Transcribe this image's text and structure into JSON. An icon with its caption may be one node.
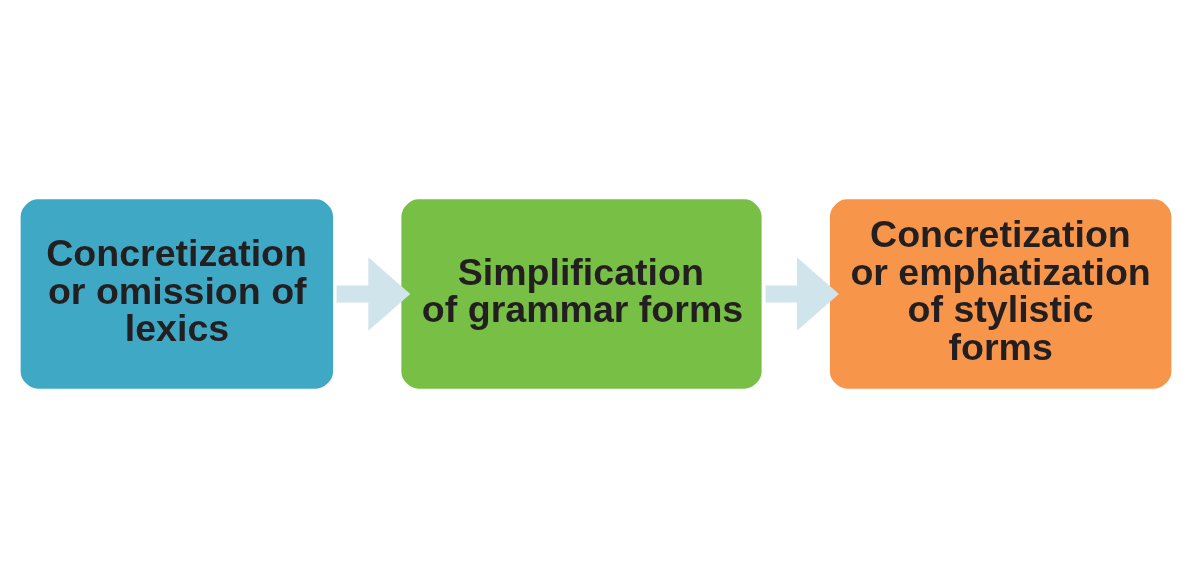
{
  "diagram": {
    "nodes": [
      {
        "text": [
          "Concretization or omission of lexics"
        ]
      },
      {
        "text": [
          "Simplification of grammar forms"
        ]
      },
      {
        "text": [
          "Concretization or emphatization of stylistic forms"
        ]
      }
    ],
    "edges": [
      {
        "from": 0,
        "to": 1,
        "arrow": "to"
      },
      {
        "from": 1,
        "to": 2,
        "arrow": "to"
      }
    ]
  }
}
